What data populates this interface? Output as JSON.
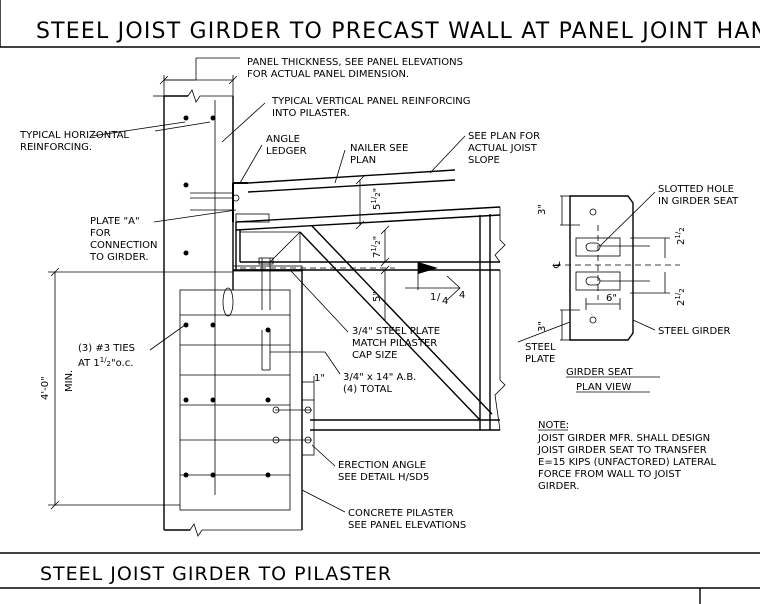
{
  "title": "STEEL JOIST GIRDER TO PRECAST WALL AT PANEL JOINT HANGER",
  "subtitle": "STEEL JOIST GIRDER TO PILASTER",
  "labels": {
    "panel_thickness_1": "PANEL THICKNESS, SEE PANEL ELEVATIONS",
    "panel_thickness_2": "FOR ACTUAL PANEL DIMENSION.",
    "vert_reinf_1": "TYPICAL VERTICAL PANEL REINFORCING",
    "vert_reinf_2": "INTO PILASTER.",
    "horiz_reinf_1": "TYPICAL HORIZONTAL",
    "horiz_reinf_2": "REINFORCING.",
    "angle_ledger_1": "ANGLE",
    "angle_ledger_2": "LEDGER",
    "nailer_1": "NAILER SEE",
    "nailer_2": "PLAN",
    "see_plan_1": "SEE PLAN FOR",
    "see_plan_2": "ACTUAL JOIST",
    "see_plan_3": "SLOPE",
    "plate_a_1": "PLATE \"A\"",
    "plate_a_2": "FOR",
    "plate_a_3": "CONNECTION",
    "plate_a_4": "TO GIRDER.",
    "ties_1": "(3) #3 TIES",
    "ties_2a": "AT 1",
    "ties_2b": "1",
    "ties_2c": "/",
    "ties_2d": "2",
    "ties_2e": "\"o.c.",
    "steel_plate_1": "3/4\" STEEL PLATE",
    "steel_plate_2": "MATCH PILASTER",
    "steel_plate_3": "CAP SIZE",
    "ab_1": "3/4\" x 14\" A.B.",
    "ab_2": "(4) TOTAL",
    "erection_1": "ERECTION ANGLE",
    "erection_2": "SEE DETAIL H/SD5",
    "pilaster_1": "CONCRETE PILASTER",
    "pilaster_2": "SEE PANEL ELEVATIONS",
    "slotted_1": "SLOTTED HOLE",
    "slotted_2": "IN GIRDER SEAT",
    "steel_girder": "STEEL GIRDER",
    "steel_plate_lbl_1": "STEEL",
    "steel_plate_lbl_2": "PLATE",
    "plan_view_1": "GIRDER SEAT",
    "plan_view_2": "PLAN VIEW",
    "note_head": "NOTE:",
    "note_1": "JOIST GIRDER MFR. SHALL DESIGN",
    "note_2": "JOIST GIRDER SEAT TO TRANSFER",
    "note_3": "E=15 KIPS (UNFACTORED) LATERAL",
    "note_4": "FORCE FROM WALL TO JOIST",
    "note_5": "GIRDER.",
    "weld_1": "1",
    "weld_2": "4",
    "min_height": "4'-0\"",
    "min_label": "MIN."
  },
  "dims": {
    "d_5_half": "5",
    "d_7_half": "7",
    "d_5": "5\"",
    "d_1": "1\"",
    "d_3_top": "3\"",
    "d_3_bot": "3\"",
    "d_2_half_a": "2",
    "d_2_half_b": "2",
    "d_6": "6\"",
    "cl": "℄"
  }
}
